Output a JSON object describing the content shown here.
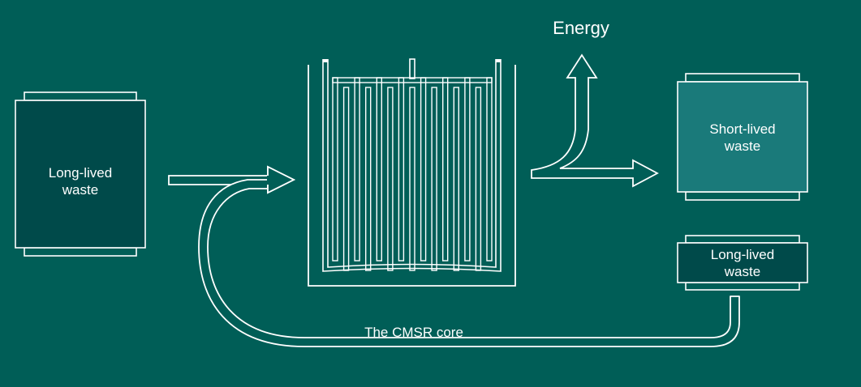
{
  "colors": {
    "background": "#005e57",
    "stroke": "#ffffff",
    "long_lived_fill": "#004a4a",
    "short_lived_fill": "#1a7a7a",
    "arrow_fill": "#005e57"
  },
  "labels": {
    "energy": "Energy",
    "long_lived_left": [
      "Long-lived",
      "waste"
    ],
    "short_lived": [
      "Short-lived",
      "waste"
    ],
    "long_lived_right": [
      "Long-lived",
      "waste"
    ],
    "core": "The CMSR core"
  },
  "icons": {
    "reactor": "reactor-core-icon",
    "arrow": "outline-arrow-icon"
  }
}
